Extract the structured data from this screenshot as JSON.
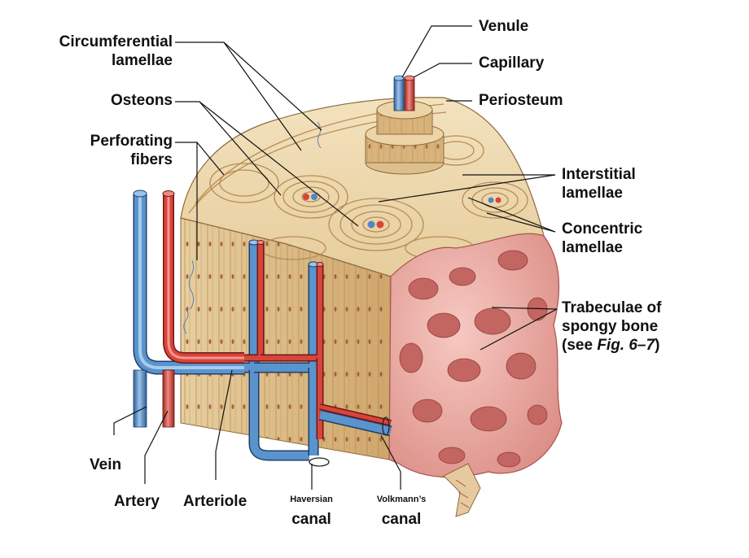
{
  "labels": {
    "circumferential": [
      "Circumferential",
      "lamellae"
    ],
    "osteons": "Osteons",
    "perforating": [
      "Perforating",
      "fibers"
    ],
    "venule": "Venule",
    "capillary": "Capillary",
    "periosteum": "Periosteum",
    "interstitial": [
      "Interstitial",
      "lamellae"
    ],
    "concentric": [
      "Concentric",
      "lamellae"
    ],
    "trabeculae": [
      "Trabeculae of",
      "spongy bone"
    ],
    "trabeculae_see": "(see ",
    "trabeculae_fig": "Fig. 6–7",
    "trabeculae_close": ")",
    "vein": "Vein",
    "artery": "Artery",
    "arteriole": "Arteriole",
    "haversian": [
      "Haversian",
      "canal"
    ],
    "volkmann": [
      "Volkmann’s",
      "canal"
    ]
  },
  "colors": {
    "bone_tan": "#e2c696",
    "bone_face": "#d8b47c",
    "lamella_line": "#b78c56",
    "spongy_pink": "#e9a5a0",
    "spongy_dark": "#c9706c",
    "vein_blue": "#4f88c2",
    "artery_red": "#d9433a"
  }
}
